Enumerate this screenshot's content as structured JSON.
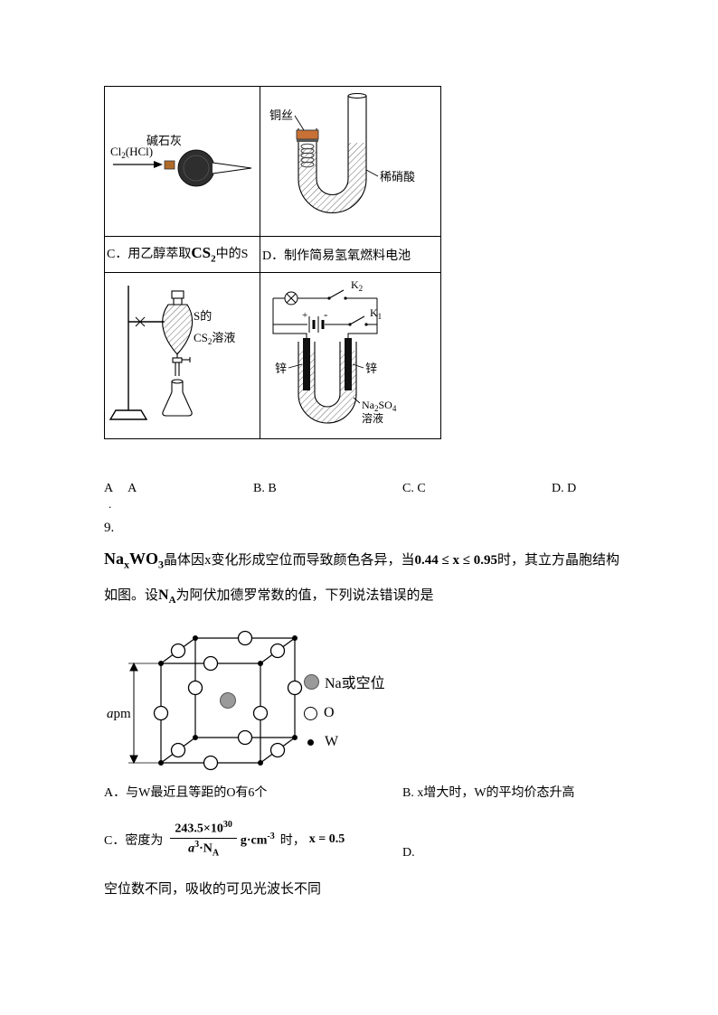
{
  "table": {
    "cell_top_left": {
      "reagent_cl": "Cl",
      "reagent_sub": "2",
      "reagent_rest": "(HCl)",
      "absorbent": "碱石灰"
    },
    "cell_top_right": {
      "wire": "铜丝",
      "acid": "稀硝酸"
    },
    "caption_c": {
      "prefix": "C．用乙醇萃取",
      "cs": "CS",
      "cs_sub": "2",
      "suffix": "中的S"
    },
    "caption_d": "D．制作简易氢氧燃料电池",
    "cell_bottom_left": {
      "label_top": "S的",
      "cs": "CS",
      "cs_sub": "2",
      "solution": "溶液"
    },
    "cell_bottom_right": {
      "k2_main": "K",
      "k2_sub": "2",
      "k1_main": "K",
      "k1_sub": "1",
      "plus": "+",
      "minus": "-",
      "zinc_left": "锌",
      "zinc_right": "锌",
      "salt_na": "Na",
      "salt_na_sub": "2",
      "salt_so": "SO",
      "salt_so_sub": "4",
      "solution": "溶液"
    }
  },
  "answers": {
    "a_label": "A",
    "a_value": "A",
    "a_dot": ".",
    "b": "B. B",
    "c": "C. C",
    "d": "D. D"
  },
  "question9": {
    "number": "9.",
    "formula_na": "Na",
    "formula_x": "x",
    "formula_wo": "WO",
    "formula_3": "3",
    "intro_text1": "晶体因x变化形成空位而导致颜色各异，当",
    "intro_condition": "0.44 ≤ x ≤ 0.95",
    "intro_text2": "时，其立方晶胞结构",
    "line2_pre": "如图。设",
    "na_main": "N",
    "na_sub": "A",
    "line2_post": "为阿伏加德罗常数的值，下列说法错误的是",
    "figure": {
      "edge_a": "a",
      "edge_unit": "pm",
      "legend_na": "Na或空位",
      "legend_o": "O",
      "legend_w": "W"
    },
    "option_a": "A．与W最近且等距的O有6个",
    "option_b": "B. x增大时，W的平均价态升高",
    "option_c": {
      "prefix": "C．密度为",
      "num_base": "243.5×10",
      "num_exp": "30",
      "den_a": "a",
      "den_exp": "3",
      "den_rest": "·N",
      "den_sub": "A",
      "unit_base": "g·cm",
      "unit_exp": "-3",
      "mid": "时，",
      "value": "x = 0.5"
    },
    "option_d_label": "D.",
    "option_d_text": "空位数不同，吸收的可见光波长不同"
  }
}
